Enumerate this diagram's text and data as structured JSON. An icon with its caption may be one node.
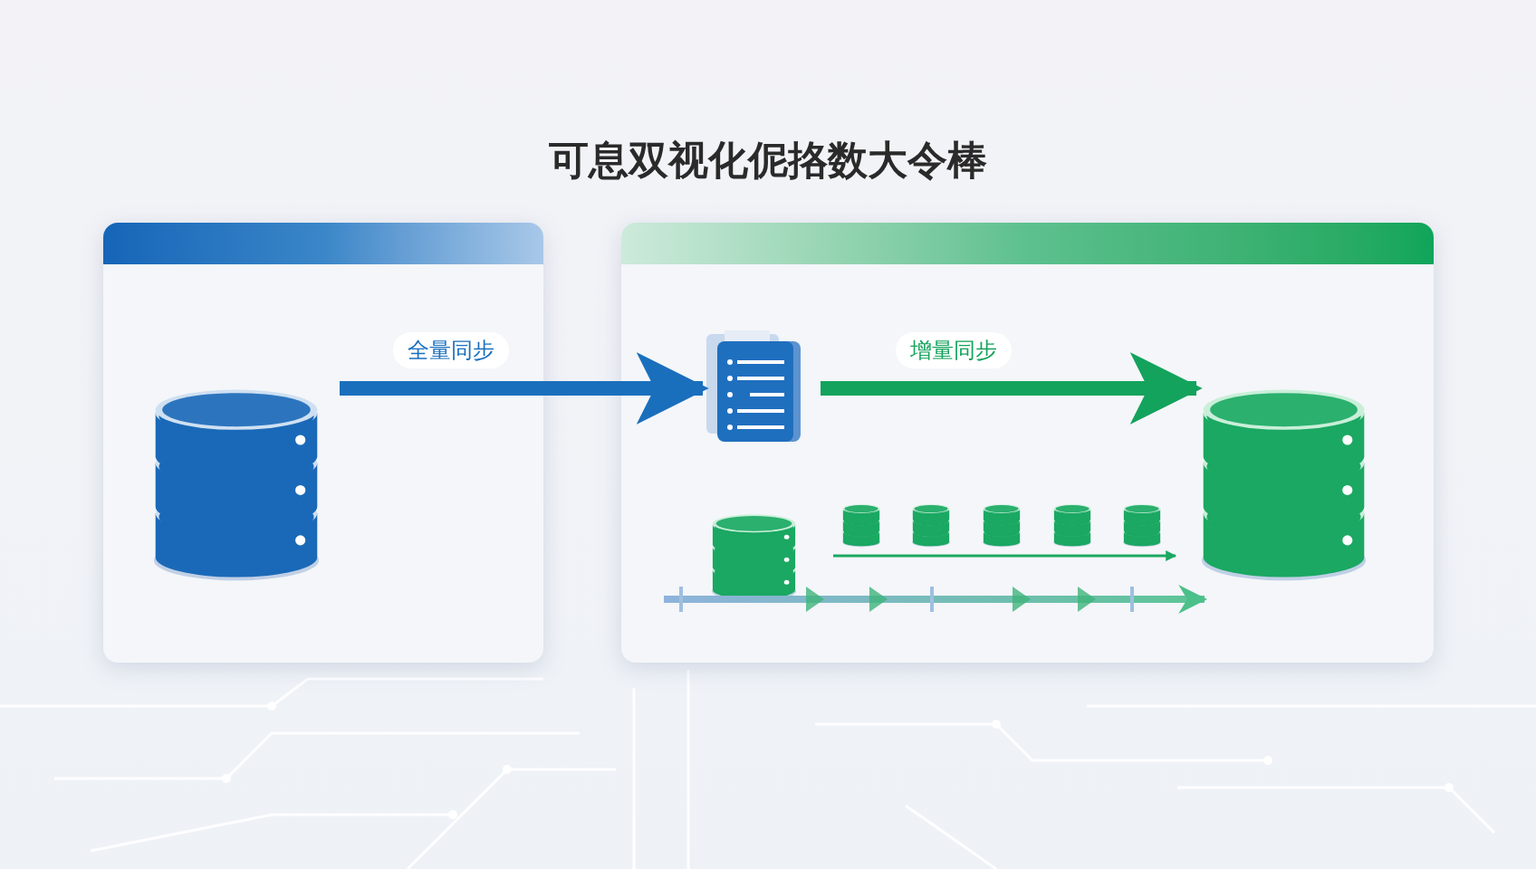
{
  "diagram": {
    "title": "可息双视化伲挌数大令棒",
    "nodes": [
      {
        "text": [],
        "shape": "box"
      },
      {
        "text": [],
        "shape": "cylinder",
        "in": 0
      },
      {
        "text": [],
        "shape": "box"
      },
      {
        "text": [],
        "shape": "picture",
        "in": 2
      },
      {
        "text": [],
        "shape": "cylinder",
        "in": 2
      },
      {
        "text": [],
        "shape": "cylinder",
        "in": 2
      },
      {
        "text": [],
        "shape": "cylinder",
        "in": 2
      },
      {
        "text": [],
        "shape": "cylinder",
        "in": 2
      },
      {
        "text": [],
        "shape": "cylinder",
        "in": 2
      },
      {
        "text": [],
        "shape": "cylinder",
        "in": 2
      },
      {
        "text": [],
        "shape": "cylinder",
        "in": 2
      }
    ],
    "edges": [
      {
        "from": 1,
        "to": 3,
        "arrow": "to",
        "label": "全量同步",
        "color": "#1a6fbd"
      },
      {
        "from": 3,
        "to": 4,
        "arrow": "to",
        "label": "增量同步",
        "color": "#14a35c"
      }
    ]
  }
}
